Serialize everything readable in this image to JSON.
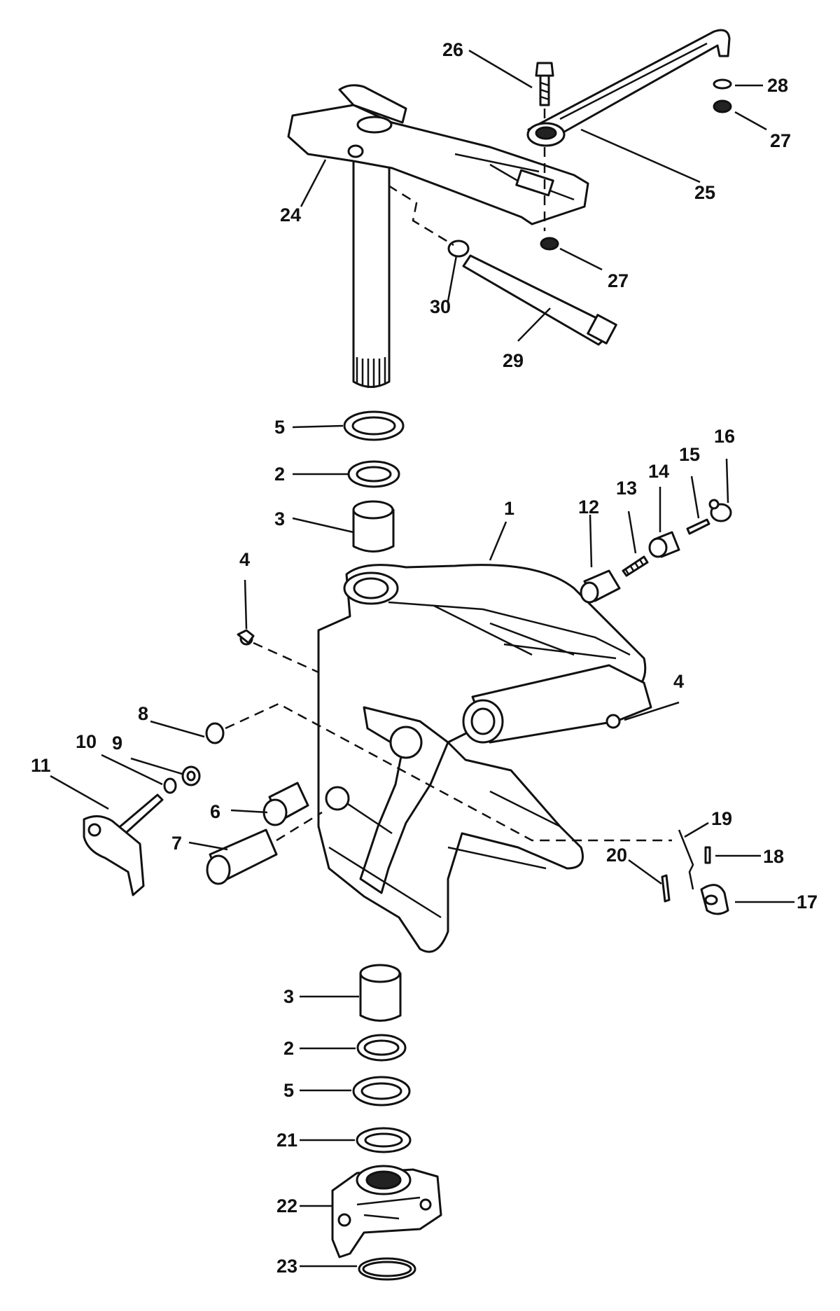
{
  "diagram": {
    "labels": {
      "l1": "1",
      "l2a": "2",
      "l2b": "2",
      "l3a": "3",
      "l3b": "3",
      "l4a": "4",
      "l4b": "4",
      "l5a": "5",
      "l5b": "5",
      "l6": "6",
      "l7": "7",
      "l8": "8",
      "l9": "9",
      "l10": "10",
      "l11": "11",
      "l12": "12",
      "l13": "13",
      "l14": "14",
      "l15": "15",
      "l16": "16",
      "l17": "17",
      "l18": "18",
      "l19": "19",
      "l20": "20",
      "l21": "21",
      "l22": "22",
      "l23": "23",
      "l24": "24",
      "l25": "25",
      "l26": "26",
      "l27a": "27",
      "l27b": "27",
      "l28": "28",
      "l29": "29",
      "l30": "30"
    }
  }
}
